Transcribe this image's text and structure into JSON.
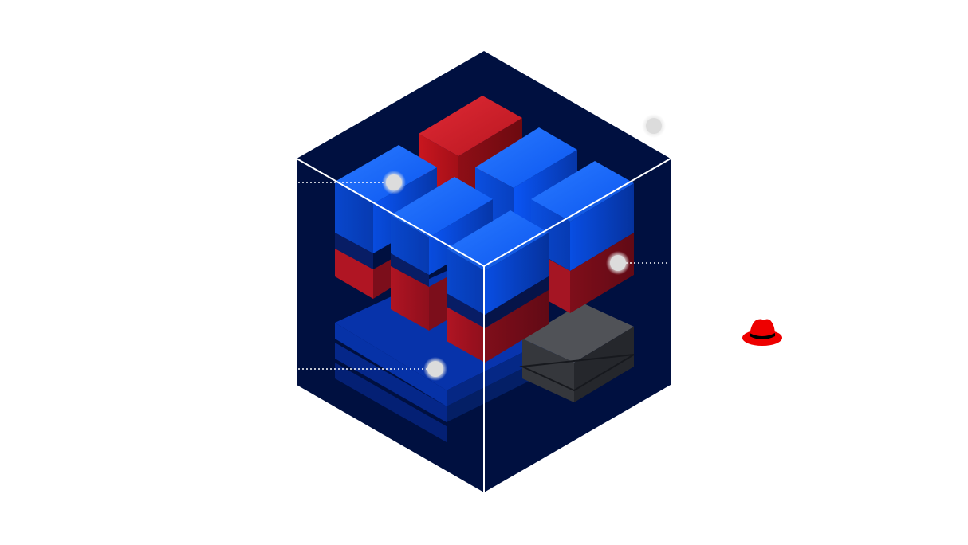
{
  "diagram": {
    "colors": {
      "background": "#ffffff",
      "cube_dark": "#001040",
      "cube_edge": "#ffffff",
      "block_blue": "#0a5cff",
      "block_red": "#d81e2c",
      "block_gray": "#3a3a3a",
      "marker": "#d9d9d9",
      "logo_red": "#ee0000"
    },
    "callouts": [
      {
        "name": "callout-marker-top-left",
        "icon": "circle-marker-icon"
      },
      {
        "name": "callout-marker-right",
        "icon": "circle-marker-icon"
      },
      {
        "name": "callout-marker-bottom-left",
        "icon": "circle-marker-icon"
      },
      {
        "name": "callout-marker-top-right",
        "icon": "circle-marker-icon"
      }
    ],
    "logo": {
      "icon": "red-hat-fedora-icon"
    }
  }
}
